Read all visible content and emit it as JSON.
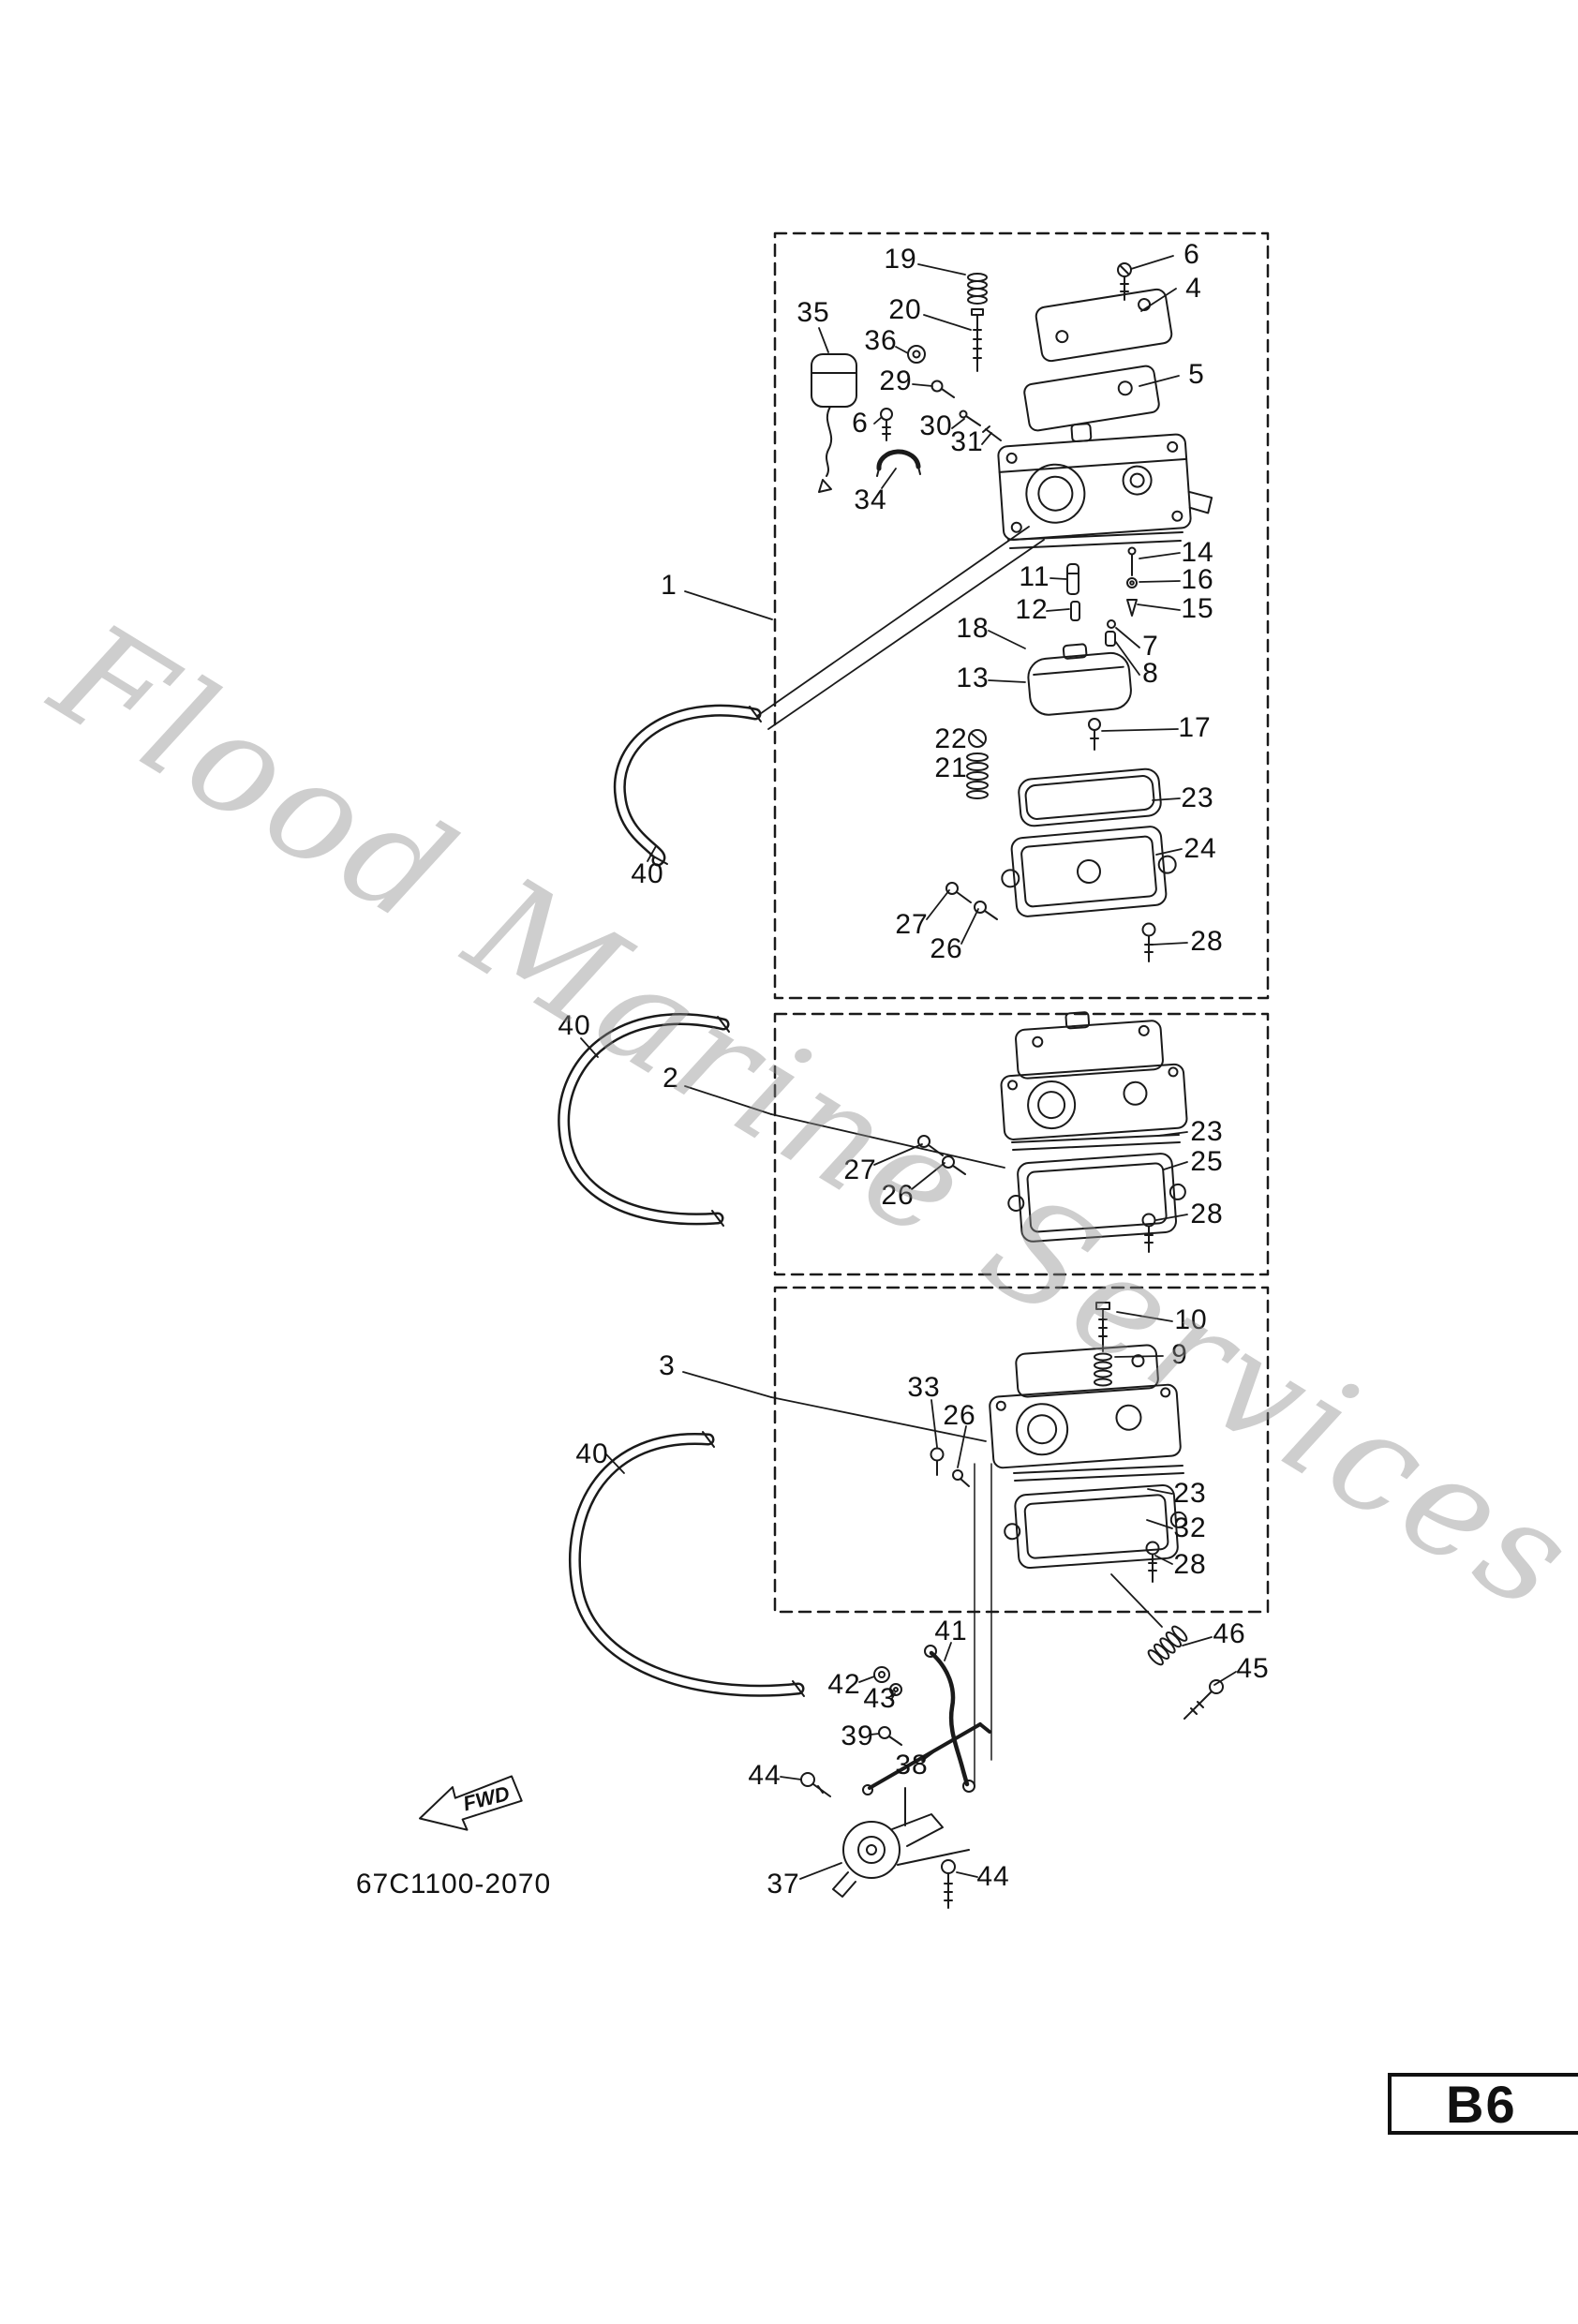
{
  "watermark": "Flood Marine Services",
  "part_code": "67C1100-2070",
  "page_code": "B6",
  "fwd_label": "FWD",
  "callouts": [
    {
      "n": "19"
    },
    {
      "n": "6"
    },
    {
      "n": "4"
    },
    {
      "n": "35"
    },
    {
      "n": "20"
    },
    {
      "n": "36"
    },
    {
      "n": "29"
    },
    {
      "n": "5"
    },
    {
      "n": "6"
    },
    {
      "n": "30"
    },
    {
      "n": "31"
    },
    {
      "n": "34"
    },
    {
      "n": "14"
    },
    {
      "n": "11"
    },
    {
      "n": "16"
    },
    {
      "n": "12"
    },
    {
      "n": "15"
    },
    {
      "n": "18"
    },
    {
      "n": "7"
    },
    {
      "n": "8"
    },
    {
      "n": "13"
    },
    {
      "n": "1"
    },
    {
      "n": "17"
    },
    {
      "n": "22"
    },
    {
      "n": "21"
    },
    {
      "n": "23"
    },
    {
      "n": "24"
    },
    {
      "n": "27"
    },
    {
      "n": "26"
    },
    {
      "n": "28"
    },
    {
      "n": "40"
    },
    {
      "n": "40"
    },
    {
      "n": "2"
    },
    {
      "n": "23"
    },
    {
      "n": "27"
    },
    {
      "n": "25"
    },
    {
      "n": "26"
    },
    {
      "n": "28"
    },
    {
      "n": "10"
    },
    {
      "n": "9"
    },
    {
      "n": "3"
    },
    {
      "n": "33"
    },
    {
      "n": "26"
    },
    {
      "n": "40"
    },
    {
      "n": "23"
    },
    {
      "n": "32"
    },
    {
      "n": "28"
    },
    {
      "n": "46"
    },
    {
      "n": "45"
    },
    {
      "n": "41"
    },
    {
      "n": "42"
    },
    {
      "n": "43"
    },
    {
      "n": "39"
    },
    {
      "n": "38"
    },
    {
      "n": "44"
    },
    {
      "n": "37"
    },
    {
      "n": "44"
    }
  ]
}
